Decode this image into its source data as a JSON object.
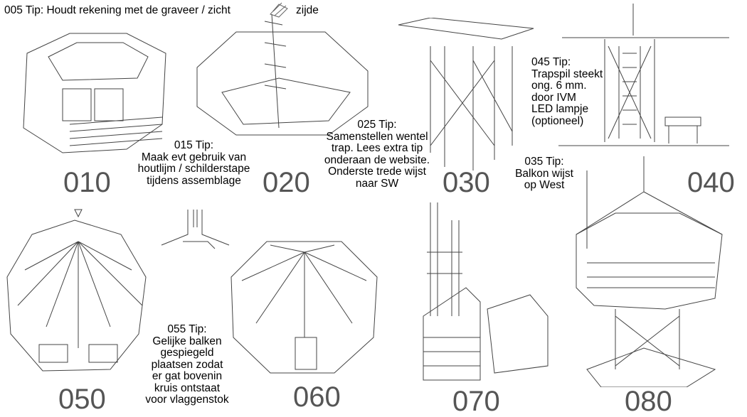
{
  "header_tip": {
    "text": "005 Tip: Houdt rekening met de graveer / zicht",
    "suffix": "zijde",
    "icon": "engraved-plank-icon"
  },
  "steps": [
    {
      "number": "010"
    },
    {
      "number": "020"
    },
    {
      "number": "030"
    },
    {
      "number": "040"
    },
    {
      "number": "050"
    },
    {
      "number": "060"
    },
    {
      "number": "070"
    },
    {
      "number": "080"
    }
  ],
  "tips": {
    "t015": "015  Tip:\nMaak evt gebruik van\nhoutlijm / schilderstape\ntijdens assemblage",
    "t025": "025  Tip:\nSamenstellen wentel\ntrap. Lees extra tip\nonderaan de website.\nOnderste trede wijst\nnaar SW",
    "t035": "035 Tip:\nBalkon wijst\nop West",
    "t045": "045 Tip:\nTrapspil steekt\nong. 6 mm.\ndoor IVM\nLED lampje\n(optioneel)",
    "t055": "055  Tip:\nGelijke balken\ngespiegeld\nplaatsen zodat\ner gat bovenin\nkruis ontstaat\nvoor vlaggenstok"
  }
}
